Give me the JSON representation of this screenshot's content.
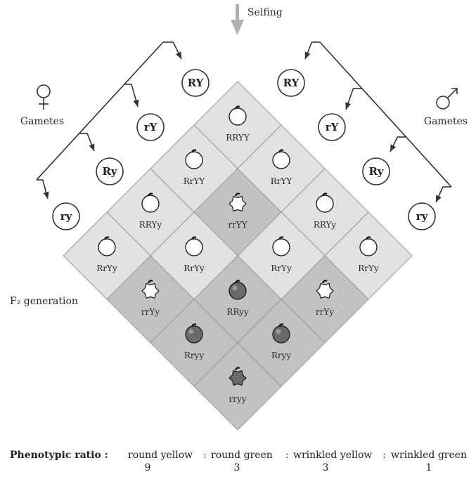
{
  "top_label": "Selfing",
  "female": {
    "symbol_icon": "female-symbol-icon",
    "label": "Gametes"
  },
  "male": {
    "symbol_icon": "male-symbol-icon",
    "label": "Gametes"
  },
  "gametes": [
    "RY",
    "rY",
    "Ry",
    "ry"
  ],
  "generation_label": "F₂ generation",
  "colors": {
    "light_cell": "#e2e2e2",
    "dark_cell": "#c2c2c2",
    "line": "#333333"
  },
  "cells": [
    [
      "RRYY",
      "RrYY",
      "RRYy",
      "RrYy"
    ],
    [
      "RrYY",
      "rrYY",
      "RrYy",
      "rrYy"
    ],
    [
      "RRYy",
      "RrYy",
      "RRyy",
      "Rryy"
    ],
    [
      "RrYy",
      "rrYy",
      "Rryy",
      "rryy"
    ]
  ],
  "ratio": {
    "title": "Phenotypic ratio :",
    "categories": [
      "round yellow",
      "round green",
      "wrinkled yellow",
      "wrinkled green"
    ],
    "separator": ":",
    "values": [
      "9",
      "3",
      "3",
      "1"
    ]
  }
}
